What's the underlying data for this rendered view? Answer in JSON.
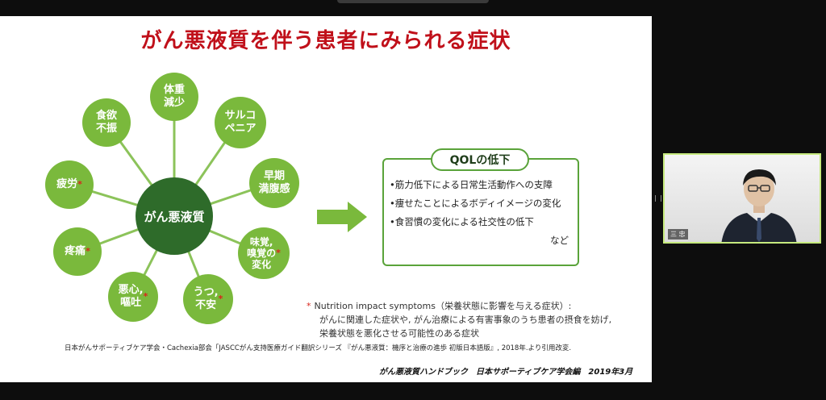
{
  "slide": {
    "title": "がん悪液質を伴う患者にみられる症状",
    "center_label": "がん悪液質",
    "nodes": [
      {
        "label": "体重\n減少",
        "ast": ""
      },
      {
        "label": "サルコ\nペニア",
        "ast": ""
      },
      {
        "label": "早期\n満腹感",
        "ast": ""
      },
      {
        "label": "味覚,\n嗅覚の\n変化",
        "ast": "*"
      },
      {
        "label": "うつ,\n不安",
        "ast": "*"
      },
      {
        "label": "悪心,\n嘔吐",
        "ast": "*"
      },
      {
        "label": "疼痛",
        "ast": "*"
      },
      {
        "label": "疲労",
        "ast": "*"
      },
      {
        "label": "食欲\n不振",
        "ast": ""
      }
    ],
    "qol": {
      "header": "QOLの低下",
      "items": [
        "•筋力低下による日常生活動作への支障",
        "•痩せたことによるボディイメージの変化",
        "•食習慣の変化による社交性の低下"
      ],
      "etc": "など"
    },
    "note": {
      "asterisk": "*",
      "line1": "Nutrition impact symptoms（栄養状態に影響を与える症状）:",
      "line2": "がんに関連した症状や, がん治療による有害事象のうち患者の摂食を妨げ,",
      "line3": "栄養状態を悪化させる可能性のある症状"
    },
    "source": "日本がんサポーティブケア学会・Cachexia部会「JASCCがん支持医療ガイド翻訳シリーズ 『がん悪液質：機序と治療の進歩 初版日本語版』, 2018年.より引用改変.",
    "footer": "がん悪液質ハンドブック　日本サポーティブケア学会編　2019年3月"
  },
  "video": {
    "participant_name": "三 忠"
  },
  "colors": {
    "title_red": "#c0101a",
    "node_green": "#7ab93c",
    "center_dark_green": "#2e6b2a",
    "video_border": "#c6ea7e"
  }
}
